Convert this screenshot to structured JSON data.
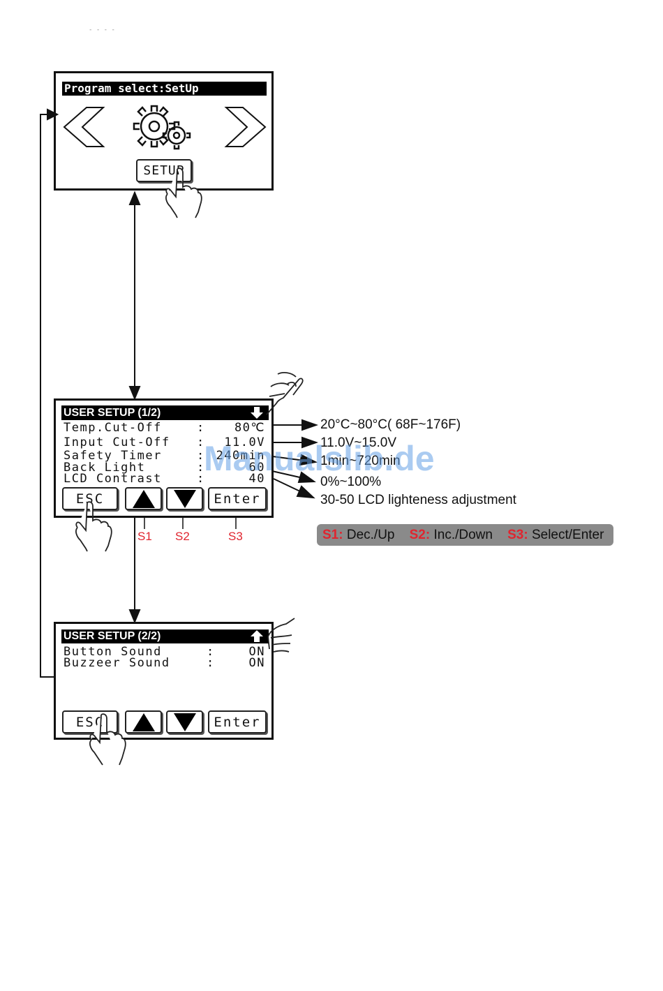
{
  "header_text": "- - - -",
  "screen1": {
    "title": "Program select:SetUp",
    "icon": "gears-icon",
    "button_label": "SETUP"
  },
  "screen2": {
    "title": "USER SETUP (1/2)",
    "rows": [
      {
        "label": "Temp.Cut-Off",
        "sep": ":",
        "value": "80℃"
      },
      {
        "label": "Input Cut-Off",
        "sep": ":",
        "value": "11.0V"
      },
      {
        "label": "Safety Timer",
        "sep": ":",
        "value": "240min"
      },
      {
        "label": "Back Light",
        "sep": ":",
        "value": "60"
      },
      {
        "label": "LCD Contrast",
        "sep": ":",
        "value": "40"
      }
    ],
    "buttons": {
      "esc": "ESC",
      "enter": "Enter"
    }
  },
  "screen3": {
    "title": "USER SETUP (2/2)",
    "rows": [
      {
        "label": "Button Sound",
        "sep": ":",
        "value": "ON"
      },
      {
        "label": "Buzzeer Sound",
        "sep": ":",
        "value": "ON"
      }
    ],
    "buttons": {
      "esc": "ESC",
      "enter": "Enter"
    }
  },
  "annotations": [
    "20°C~80°C( 68F~176F)",
    "11.0V~15.0V",
    "1min~720min",
    "0%~100%",
    "30-50 LCD lighteness adjustment"
  ],
  "button_labels": [
    "S1",
    "S2",
    "S3"
  ],
  "legend": {
    "s1_key": "S1:",
    "s1_text": "Dec./Up",
    "s2_key": "S2:",
    "s2_text": "Inc./Down",
    "s3_key": "S3:",
    "s3_text": "Select/Enter"
  },
  "watermark": "Manualslib.de",
  "colors": {
    "label_red": "#e0252f",
    "legend_bg": "#8a8a8a",
    "watermark": "#64a0e6"
  }
}
